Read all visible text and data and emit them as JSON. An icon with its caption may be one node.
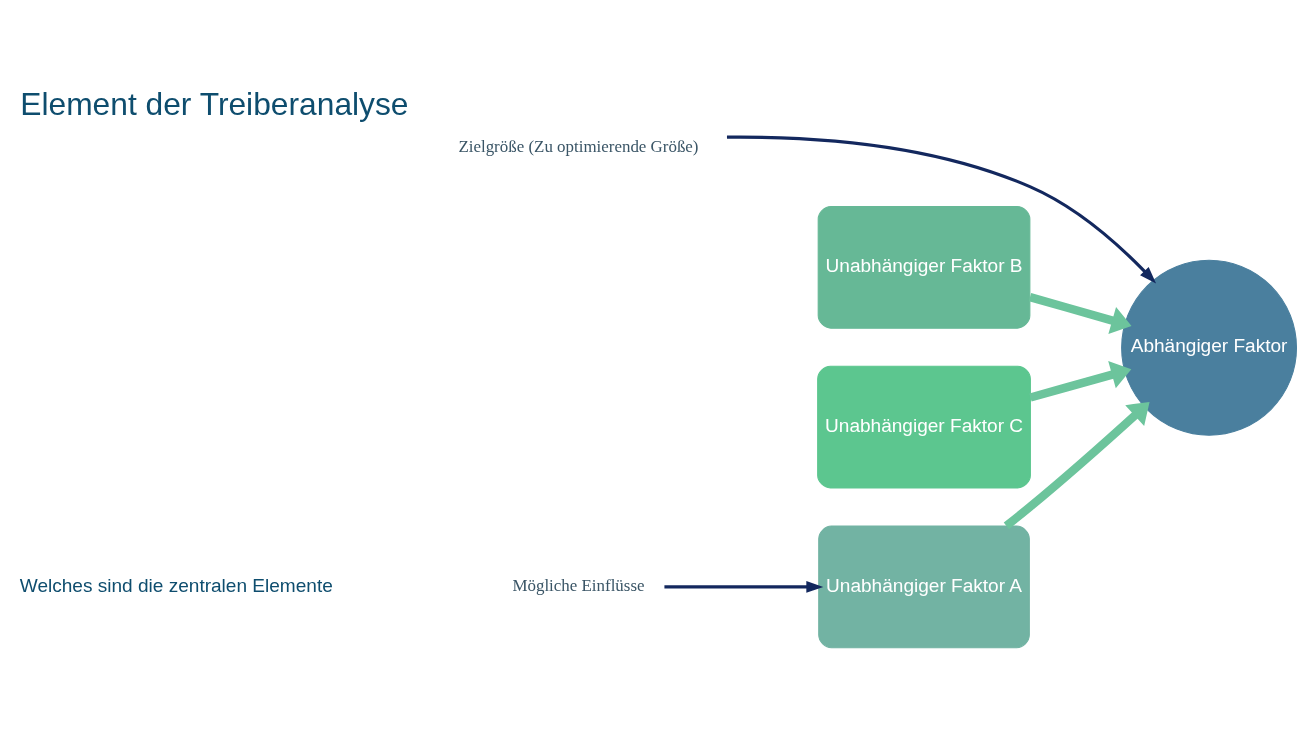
{
  "diagram": {
    "title": "Element der Treiberanalyse",
    "nodes": [
      {
        "text": [
          "Mögliche Einflüsse"
        ]
      },
      {
        "text": [
          "Zielgröße (Zu optimierende Größe)"
        ]
      },
      {
        "text": [
          "Unabhängiger Faktor A"
        ]
      },
      {
        "text": [
          "Unabhängiger Faktor B"
        ]
      },
      {
        "text": [
          "Unabhängiger Faktor C"
        ]
      },
      {
        "text": [
          "Abhängiger Faktor"
        ]
      }
    ],
    "edges": [
      {
        "from": 0,
        "to": 2,
        "arrow": "to",
        "color": "#13285e"
      },
      {
        "from": 1,
        "to": 5,
        "arrow": "to",
        "color": "#13285e"
      },
      {
        "from": 2,
        "to": 5,
        "arrow": "to"
      },
      {
        "from": 3,
        "to": 5,
        "arrow": "to"
      },
      {
        "from": 4,
        "to": 5,
        "arrow": "to"
      }
    ],
    "labels": [
      "Welches sind die zentralen Elemente"
    ]
  }
}
